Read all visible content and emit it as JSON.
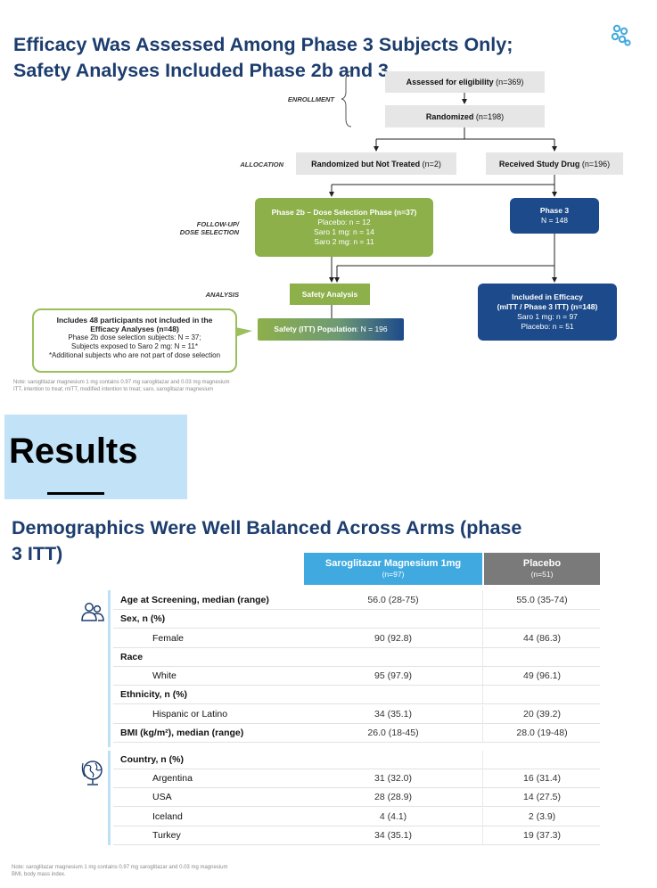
{
  "slide1": {
    "title": "Efficacy Was Assessed Among Phase 3 Subjects Only; Safety Analyses Included Phase 2b and 3",
    "stages": {
      "enrollment": "ENROLLMENT",
      "allocation": "ALLOCATION",
      "followup_1": "FOLLOW-UP/",
      "followup_2": "DOSE SELECTION",
      "analysis": "ANALYSIS"
    },
    "boxes": {
      "eligibility": {
        "bold": "Assessed for eligibility",
        "rest": " (n=369)"
      },
      "randomized": {
        "bold": "Randomized",
        "rest": " (n=198)"
      },
      "not_treated": {
        "bold": "Randomized but Not Treated",
        "rest": " (n=2)"
      },
      "received": {
        "bold": "Received Study Drug",
        "rest": " (n=196)"
      },
      "phase2b": {
        "title": "Phase 2b – Dose Selection Phase (n=37)",
        "lines": [
          "Placebo: n = 12",
          "Saro 1 mg: n = 14",
          "Saro 2 mg: n = 11"
        ]
      },
      "phase3": {
        "title": "Phase 3",
        "line": "N = 148"
      },
      "safety_analysis": "Safety Analysis",
      "safety_itt": {
        "bold": "Safety (ITT) Population",
        "rest": ": N = 196"
      },
      "efficacy": {
        "title1": "Included in Efficacy",
        "title2": "(mITT / Phase 3 ITT) (n=148)",
        "lines": [
          "Saro 1 mg: n = 97",
          "Placebo: n = 51"
        ]
      }
    },
    "callout": {
      "title1": "Includes 48 participants not included in the",
      "title2": "Efficacy Analyses (n=48)",
      "lines": [
        "Phase 2b dose selection subjects: N = 37;",
        "Subjects exposed to Saro 2 mg: N = 11*",
        "*Additional subjects who are not part of dose selection"
      ]
    },
    "note1": "Note: saroglitazar magnesium 1 mg contains 0.97 mg saroglitazar and 0.03 mg magnesium",
    "note2": "ITT, intention to treat; mITT, modified intention to treat; saro, saroglitazar magnesium"
  },
  "results_heading": "Results",
  "slide2": {
    "title": "Demographics Were Well Balanced Across Arms (phase 3 ITT)",
    "col_saro": {
      "name": "Saroglitazar Magnesium 1mg",
      "n": "(n=97)"
    },
    "col_placebo": {
      "name": "Placebo",
      "n": "(n=51)"
    },
    "rows": [
      {
        "label": "Age at Screening, median (range)",
        "saro": "56.0 (28-75)",
        "placebo": "55.0 (35-74)",
        "kind": "hdr"
      },
      {
        "label": "Sex, n (%)",
        "saro": "",
        "placebo": "",
        "kind": "hdr"
      },
      {
        "label": "Female",
        "saro": "90 (92.8)",
        "placebo": "44 (86.3)",
        "kind": "sub"
      },
      {
        "label": "Race",
        "saro": "",
        "placebo": "",
        "kind": "hdr"
      },
      {
        "label": "White",
        "saro": "95 (97.9)",
        "placebo": "49 (96.1)",
        "kind": "sub"
      },
      {
        "label": "Ethnicity, n (%)",
        "saro": "",
        "placebo": "",
        "kind": "hdr"
      },
      {
        "label": "Hispanic or Latino",
        "saro": "34 (35.1)",
        "placebo": "20 (39.2)",
        "kind": "sub"
      },
      {
        "label": "BMI (kg/m²), median (range)",
        "saro": "26.0 (18-45)",
        "placebo": "28.0 (19-48)",
        "kind": "hdr"
      },
      {
        "label": "Country, n (%)",
        "saro": "",
        "placebo": "",
        "kind": "hdr"
      },
      {
        "label": "Argentina",
        "saro": "31 (32.0)",
        "placebo": "16 (31.4)",
        "kind": "sub"
      },
      {
        "label": "USA",
        "saro": "28 (28.9)",
        "placebo": "14 (27.5)",
        "kind": "sub"
      },
      {
        "label": "Iceland",
        "saro": "4 (4.1)",
        "placebo": "2 (3.9)",
        "kind": "sub"
      },
      {
        "label": "Turkey",
        "saro": "34 (35.1)",
        "placebo": "19 (37.3)",
        "kind": "sub"
      }
    ],
    "note1": "Note: saroglitazar magnesium 1 mg contains 0.97 mg saroglitazar and 0.03 mg magnesium",
    "note2": "BMI, body mass index."
  },
  "icons": {
    "people": "people-icon",
    "globe": "globe-icon",
    "logo": "logo-icon"
  },
  "colors": {
    "title": "#1c3d6e",
    "green": "#8db04a",
    "blue": "#1d4a8a",
    "saro_header": "#3fa9e0",
    "placebo_header": "#7a7a7a",
    "results_bg": "#c2e3f7"
  }
}
